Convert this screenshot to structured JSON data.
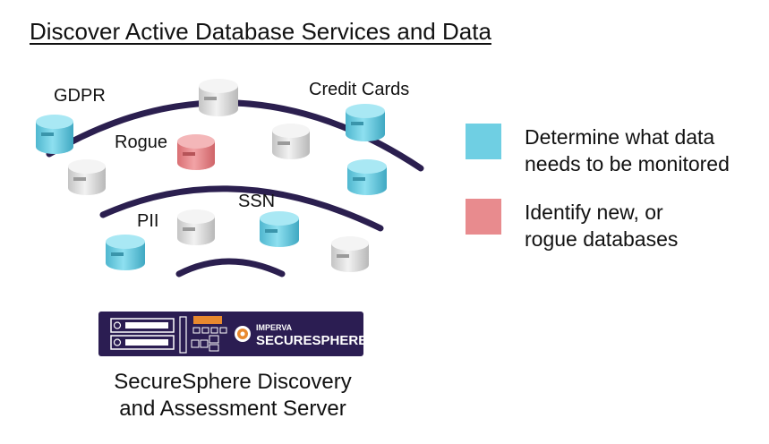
{
  "title": "Discover Active Database Services and Data",
  "db_labels": {
    "gdpr": "GDPR",
    "credit_cards": "Credit Cards",
    "rogue": "Rogue",
    "ssn": "SSN",
    "pii": "PII"
  },
  "legend": [
    {
      "color": "#6fcfe3",
      "lines": [
        "Determine what data",
        "needs to be monitored"
      ]
    },
    {
      "color": "#e88b8e",
      "lines": [
        "Identify new, or",
        "rogue databases"
      ]
    }
  ],
  "server": {
    "logo_top": "IMPERVA",
    "logo_bottom": "SECURESPHERE",
    "caption_lines": [
      "SecureSphere Discovery",
      "and Assessment Server"
    ]
  },
  "colors": {
    "monitored": "#6fcfe3",
    "rogue": "#e88b8e",
    "neutral": "#d9d9d9",
    "arc": "#2b1f4f",
    "server_bg": "#2b1d52",
    "logo_accent": "#e8892e"
  }
}
